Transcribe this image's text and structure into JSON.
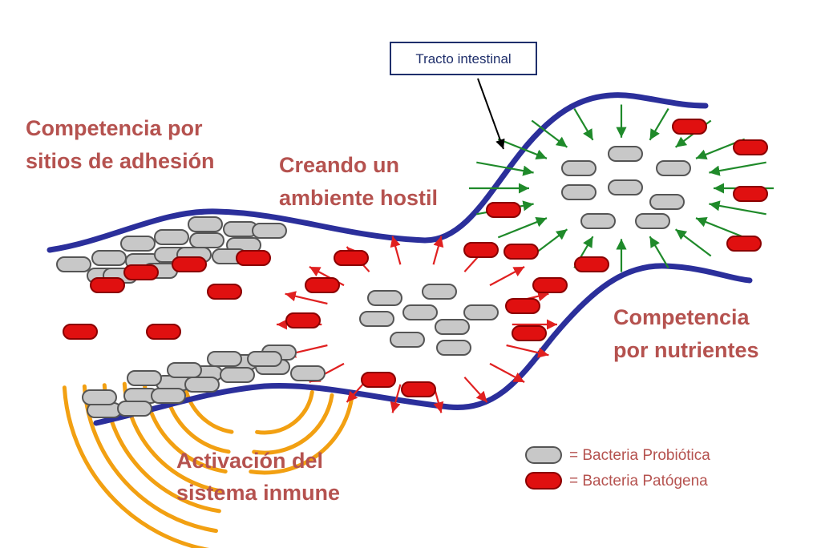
{
  "labels": {
    "competencia_adhesion": [
      "Competencia por",
      "sitios de adhesión"
    ],
    "ambiente_hostil": [
      "Creando un",
      "ambiente hostil"
    ],
    "competencia_nutrientes": [
      "Competencia",
      "por nutrientes"
    ],
    "activacion_inmune": [
      "Activación del",
      "sistema inmune"
    ]
  },
  "callout": {
    "text": "Tracto intestinal"
  },
  "legend": {
    "probiotic": "= Bacteria Probiótica",
    "pathogen": "= Bacteria Patógena"
  },
  "colors": {
    "wall": "#2b2f9b",
    "probiotic_fill": "#c8c8c8",
    "probiotic_stroke": "#555555",
    "pathogen_fill": "#e01010",
    "pathogen_stroke": "#8a0000",
    "hostile_arrow": "#e02020",
    "nutrient_arrow": "#1f8a2a",
    "immune_wave": "#f2a012",
    "label_text": "#b5524f"
  },
  "icons": {
    "probiotic": "probiotic-bacterium-icon",
    "pathogen": "pathogenic-bacterium-icon"
  }
}
